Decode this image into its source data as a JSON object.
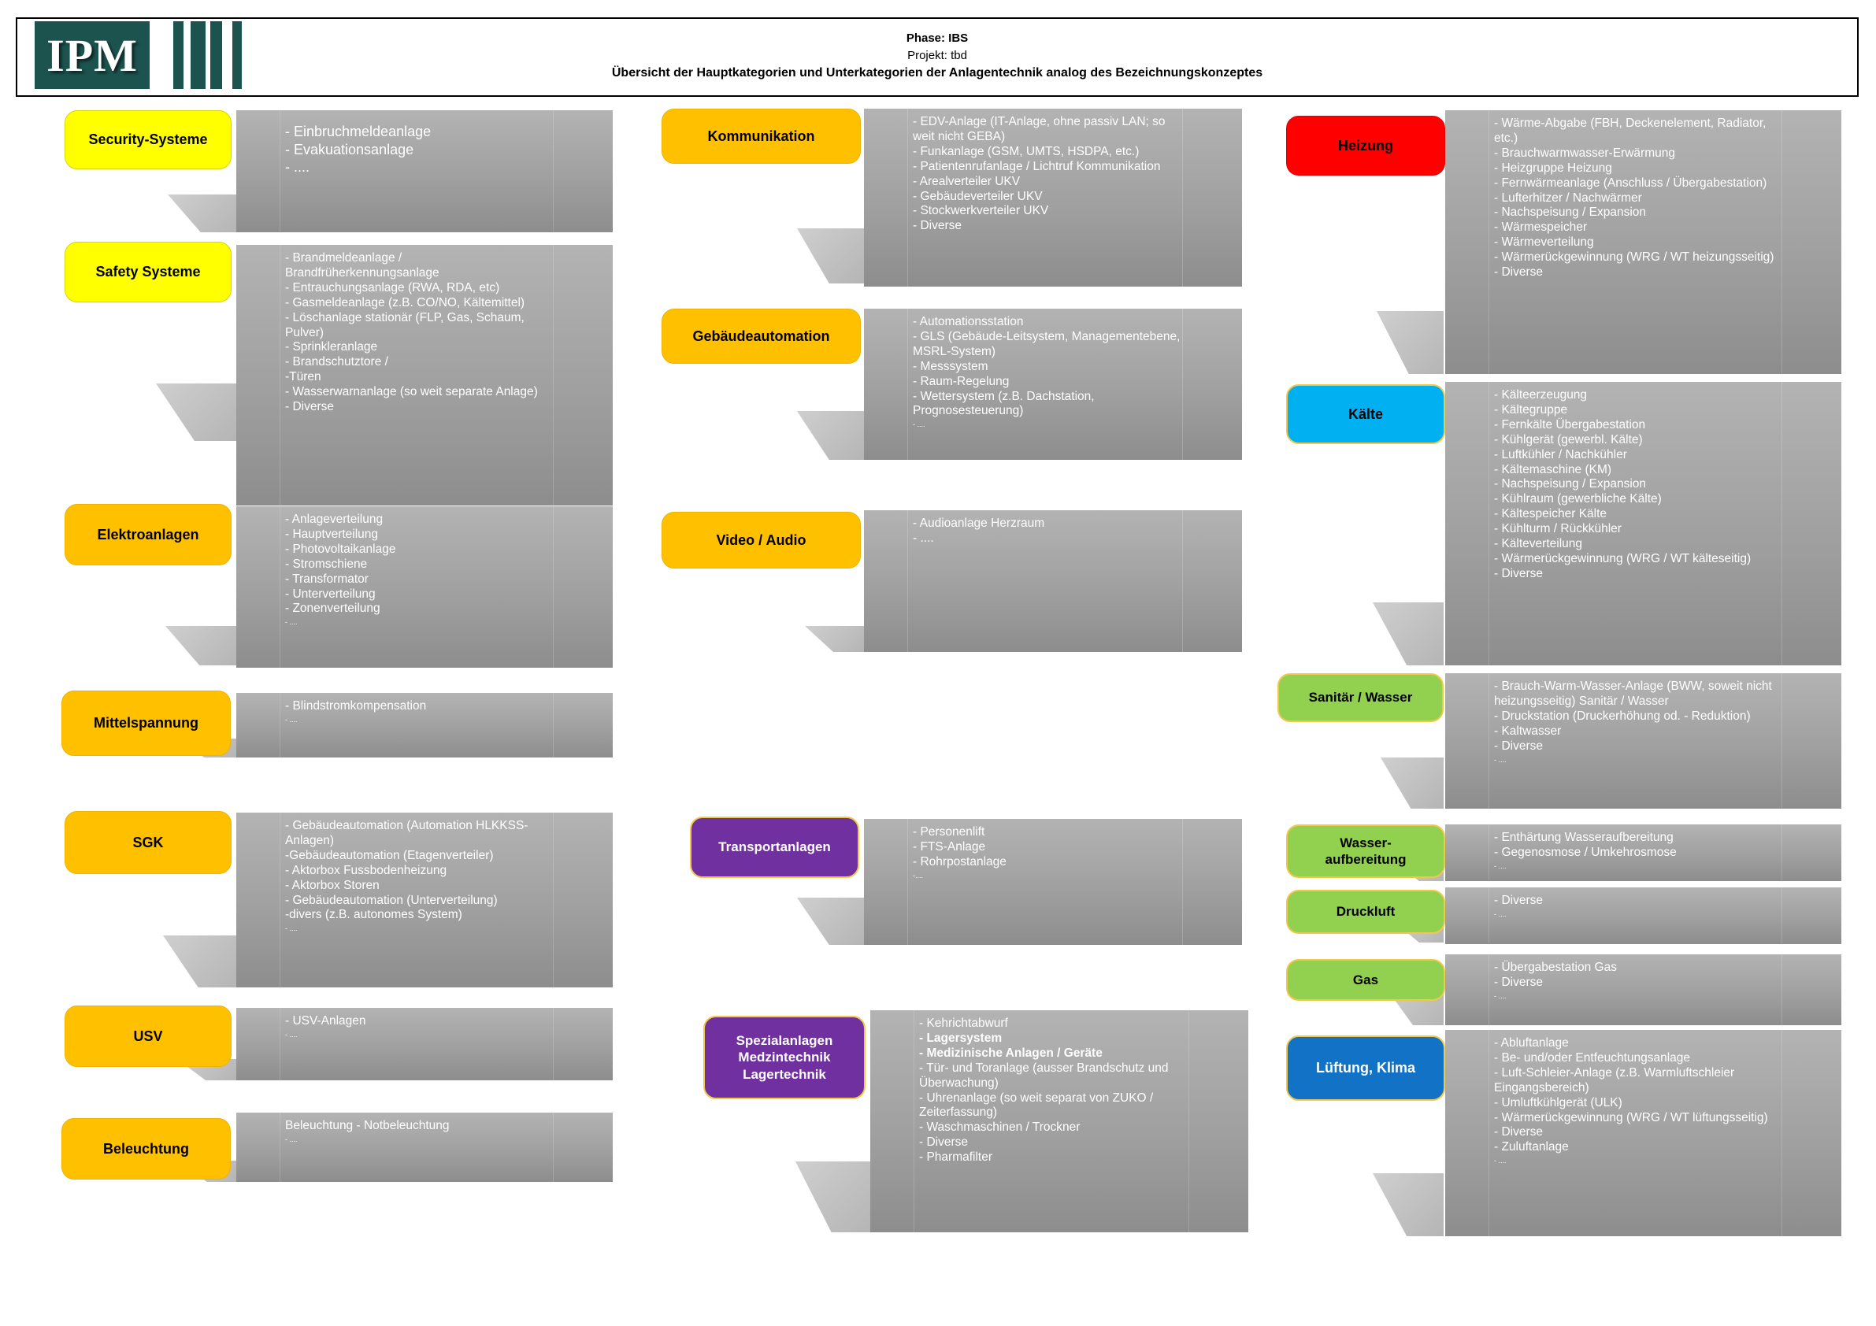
{
  "header": {
    "logo_text": "IPM",
    "phase": "Phase: IBS",
    "project": "Projekt: tbd",
    "title": "Übersicht der Hauptkategorien und Unterkategorien der Anlagentechnik analog des Bezeichnungskonzeptes"
  },
  "colors": {
    "yellow": "#FFFF00",
    "orange": "#FFC000",
    "red": "#FF0000",
    "cyan": "#00B0F0",
    "green": "#92D050",
    "blue": "#1172C6",
    "purple": "#7030A0",
    "logo_teal": "#1C534E",
    "gray_box": "#9E9E9E"
  },
  "categories": {
    "security": {
      "label": "Security-Systeme",
      "items": [
        {
          "t": "- Einbruchmeldeanlage"
        },
        {
          "t": "- Evakuationsanlage"
        },
        {
          "t": "- ...."
        }
      ]
    },
    "safety": {
      "label": "Safety Systeme",
      "items": [
        {
          "t": "- Brandmeldeanlage / Brandfrüherkennungsanlage"
        },
        {
          "t": "- Entrauchungsanlage (RWA, RDA, etc)"
        },
        {
          "t": "- Gasmeldeanlage (z.B. CO/NO, Kältemittel)"
        },
        {
          "t": "- Löschanlage stationär (FLP, Gas, Schaum, Pulver)"
        },
        {
          "t": "- Sprinkleranlage"
        },
        {
          "t": "- Brandschutztore /"
        },
        {
          "t": "-Türen"
        },
        {
          "t": "- Wasserwarnanlage (so weit separate Anlage)"
        },
        {
          "t": "- Diverse"
        }
      ]
    },
    "elektro": {
      "label": "Elektroanlagen",
      "items": [
        {
          "t": "- Anlageverteilung"
        },
        {
          "t": "- Hauptverteilung"
        },
        {
          "t": "- Photovoltaikanlage"
        },
        {
          "t": "- Stromschiene"
        },
        {
          "t": "- Transformator"
        },
        {
          "t": "- Unterverteilung"
        },
        {
          "t": "- Zonenverteilung"
        },
        {
          "t": "- ....",
          "s": true
        }
      ]
    },
    "mittelspannung": {
      "label": "Mittelspannung",
      "items": [
        {
          "t": "- Blindstromkompensation"
        },
        {
          "t": "- ....",
          "s": true
        }
      ]
    },
    "sgk": {
      "label": "SGK",
      "items": [
        {
          "t": "- Gebäudeautomation (Automation HLKKSS-Anlagen)"
        },
        {
          "t": "-Gebäudeautomation (Etagenverteiler)"
        },
        {
          "t": "- Aktorbox Fussbodenheizung"
        },
        {
          "t": "- Aktorbox Storen"
        },
        {
          "t": "- Gebäudeautomation (Unterverteilung)"
        },
        {
          "t": "-divers (z.B. autonomes System)"
        },
        {
          "t": "- ....",
          "s": true
        }
      ]
    },
    "usv": {
      "label": "USV",
      "items": [
        {
          "t": "- USV-Anlagen"
        },
        {
          "t": "- ....",
          "s": true
        }
      ]
    },
    "beleuchtung": {
      "label": "Beleuchtung",
      "items": [
        {
          "t": "Beleuchtung - Notbeleuchtung"
        },
        {
          "t": "- ....",
          "s": true
        }
      ]
    },
    "kommunikation": {
      "label": "Kommunikation",
      "items": [
        {
          "t": "- EDV-Anlage (IT-Anlage, ohne passiv LAN; so weit nicht GEBA)"
        },
        {
          "t": "- Funkanlage (GSM, UMTS, HSDPA, etc.)"
        },
        {
          "t": "- Patientenrufanlage / Lichtruf Kommunikation"
        },
        {
          "t": "- Arealverteiler UKV"
        },
        {
          "t": "- Gebäudeverteiler UKV"
        },
        {
          "t": "- Stockwerkverteiler UKV"
        },
        {
          "t": "- Diverse"
        }
      ]
    },
    "gebaeudeautomation": {
      "label": "Gebäudeautomation",
      "items": [
        {
          "t": "- Automationsstation"
        },
        {
          "t": "- GLS (Gebäude-Leitsystem, Managementebene, MSRL-System)"
        },
        {
          "t": "- Messsystem"
        },
        {
          "t": "- Raum-Regelung"
        },
        {
          "t": "- Wettersystem (z.B. Dachstation, Prognosesteuerung)"
        },
        {
          "t": "- ....",
          "s": true
        }
      ]
    },
    "video_audio": {
      "label": "Video / Audio",
      "items": [
        {
          "t": "- Audioanlage Herzraum"
        },
        {
          "t": "- ...."
        }
      ]
    },
    "transport": {
      "label": "Transportanlagen",
      "items": [
        {
          "t": "- Personenlift"
        },
        {
          "t": "- FTS-Anlage"
        },
        {
          "t": "- Rohrpostanlage"
        },
        {
          "t": "-....",
          "s": true
        }
      ]
    },
    "spezial": {
      "label": "Spezialanlagen\nMedzintechnik\nLagertechnik",
      "items": [
        {
          "t": "- Kehrichtabwurf"
        },
        {
          "t": "- Lagersystem",
          "b": true
        },
        {
          "t": "- Medizinische Anlagen / Geräte",
          "b": true
        },
        {
          "t": "- Tür- und Toranlage (ausser Brandschutz und Überwachung)"
        },
        {
          "t": "- Uhrenanlage (so weit separat von ZUKO / Zeiterfassung)"
        },
        {
          "t": "- Waschmaschinen / Trockner"
        },
        {
          "t": "- Diverse"
        },
        {
          "t": "- Pharmafilter"
        }
      ]
    },
    "heizung": {
      "label": "Heizung",
      "items": [
        {
          "t": "- Wärme-Abgabe (FBH, Deckenelement, Radiator, etc.)"
        },
        {
          "t": "- Brauchwarmwasser-Erwärmung"
        },
        {
          "t": "- Heizgruppe Heizung"
        },
        {
          "t": "- Fernwärmeanlage (Anschluss / Übergabestation)"
        },
        {
          "t": "- Lufterhitzer / Nachwärmer"
        },
        {
          "t": "- Nachspeisung / Expansion"
        },
        {
          "t": "- Wärmespeicher"
        },
        {
          "t": "- Wärmeverteilung"
        },
        {
          "t": "- Wärmerückgewinnung (WRG / WT heizungsseitig)"
        },
        {
          "t": "- Diverse"
        }
      ]
    },
    "kaelte": {
      "label": "Kälte",
      "items": [
        {
          "t": "- Kälteerzeugung"
        },
        {
          "t": "- Kältegruppe"
        },
        {
          "t": "- Fernkälte Übergabestation"
        },
        {
          "t": "- Kühlgerät (gewerbl. Kälte)"
        },
        {
          "t": "- Luftkühler / Nachkühler"
        },
        {
          "t": "- Kältemaschine (KM)"
        },
        {
          "t": "- Nachspeisung / Expansion"
        },
        {
          "t": "- Kühlraum (gewerbliche Kälte)"
        },
        {
          "t": "- Kältespeicher Kälte"
        },
        {
          "t": "- Kühlturm / Rückkühler"
        },
        {
          "t": "- Kälteverteilung"
        },
        {
          "t": "- Wärmerückgewinnung (WRG / WT kälteseitig)"
        },
        {
          "t": "- Diverse"
        }
      ]
    },
    "sanitaer": {
      "label": "Sanitär / Wasser",
      "items": [
        {
          "t": "- Brauch-Warm-Wasser-Anlage (BWW, soweit nicht heizungsseitig) Sanitär / Wasser"
        },
        {
          "t": "- Druckstation (Druckerhöhung od. - Reduktion)"
        },
        {
          "t": "- Kaltwasser"
        },
        {
          "t": "- Diverse"
        },
        {
          "t": "- ....",
          "s": true
        }
      ]
    },
    "wasseraufbereitung": {
      "label": "Wasser-\naufbereitung",
      "items": [
        {
          "t": "- Enthärtung Wasseraufbereitung"
        },
        {
          "t": "- Gegenosmose / Umkehrosmose"
        },
        {
          "t": "- ....",
          "s": true
        }
      ]
    },
    "druckluft": {
      "label": "Druckluft",
      "items": [
        {
          "t": "- Diverse"
        },
        {
          "t": "- ....",
          "s": true
        }
      ]
    },
    "gas": {
      "label": "Gas",
      "items": [
        {
          "t": "- Übergabestation Gas"
        },
        {
          "t": "- Diverse"
        },
        {
          "t": "- ....",
          "s": true
        }
      ]
    },
    "lueftung": {
      "label": "Lüftung, Klima",
      "items": [
        {
          "t": "- Abluftanlage"
        },
        {
          "t": "- Be- und/oder Entfeuchtungsanlage"
        },
        {
          "t": "- Luft-Schleier-Anlage (z.B. Warmluftschleier Eingangsbereich)"
        },
        {
          "t": "- Umluftkühlgerät (ULK)"
        },
        {
          "t": "- Wärmerückgewinnung (WRG / WT lüftungsseitig)"
        },
        {
          "t": "- Diverse"
        },
        {
          "t": "- Zuluftanlage"
        },
        {
          "t": "- ....",
          "s": true
        }
      ]
    }
  }
}
